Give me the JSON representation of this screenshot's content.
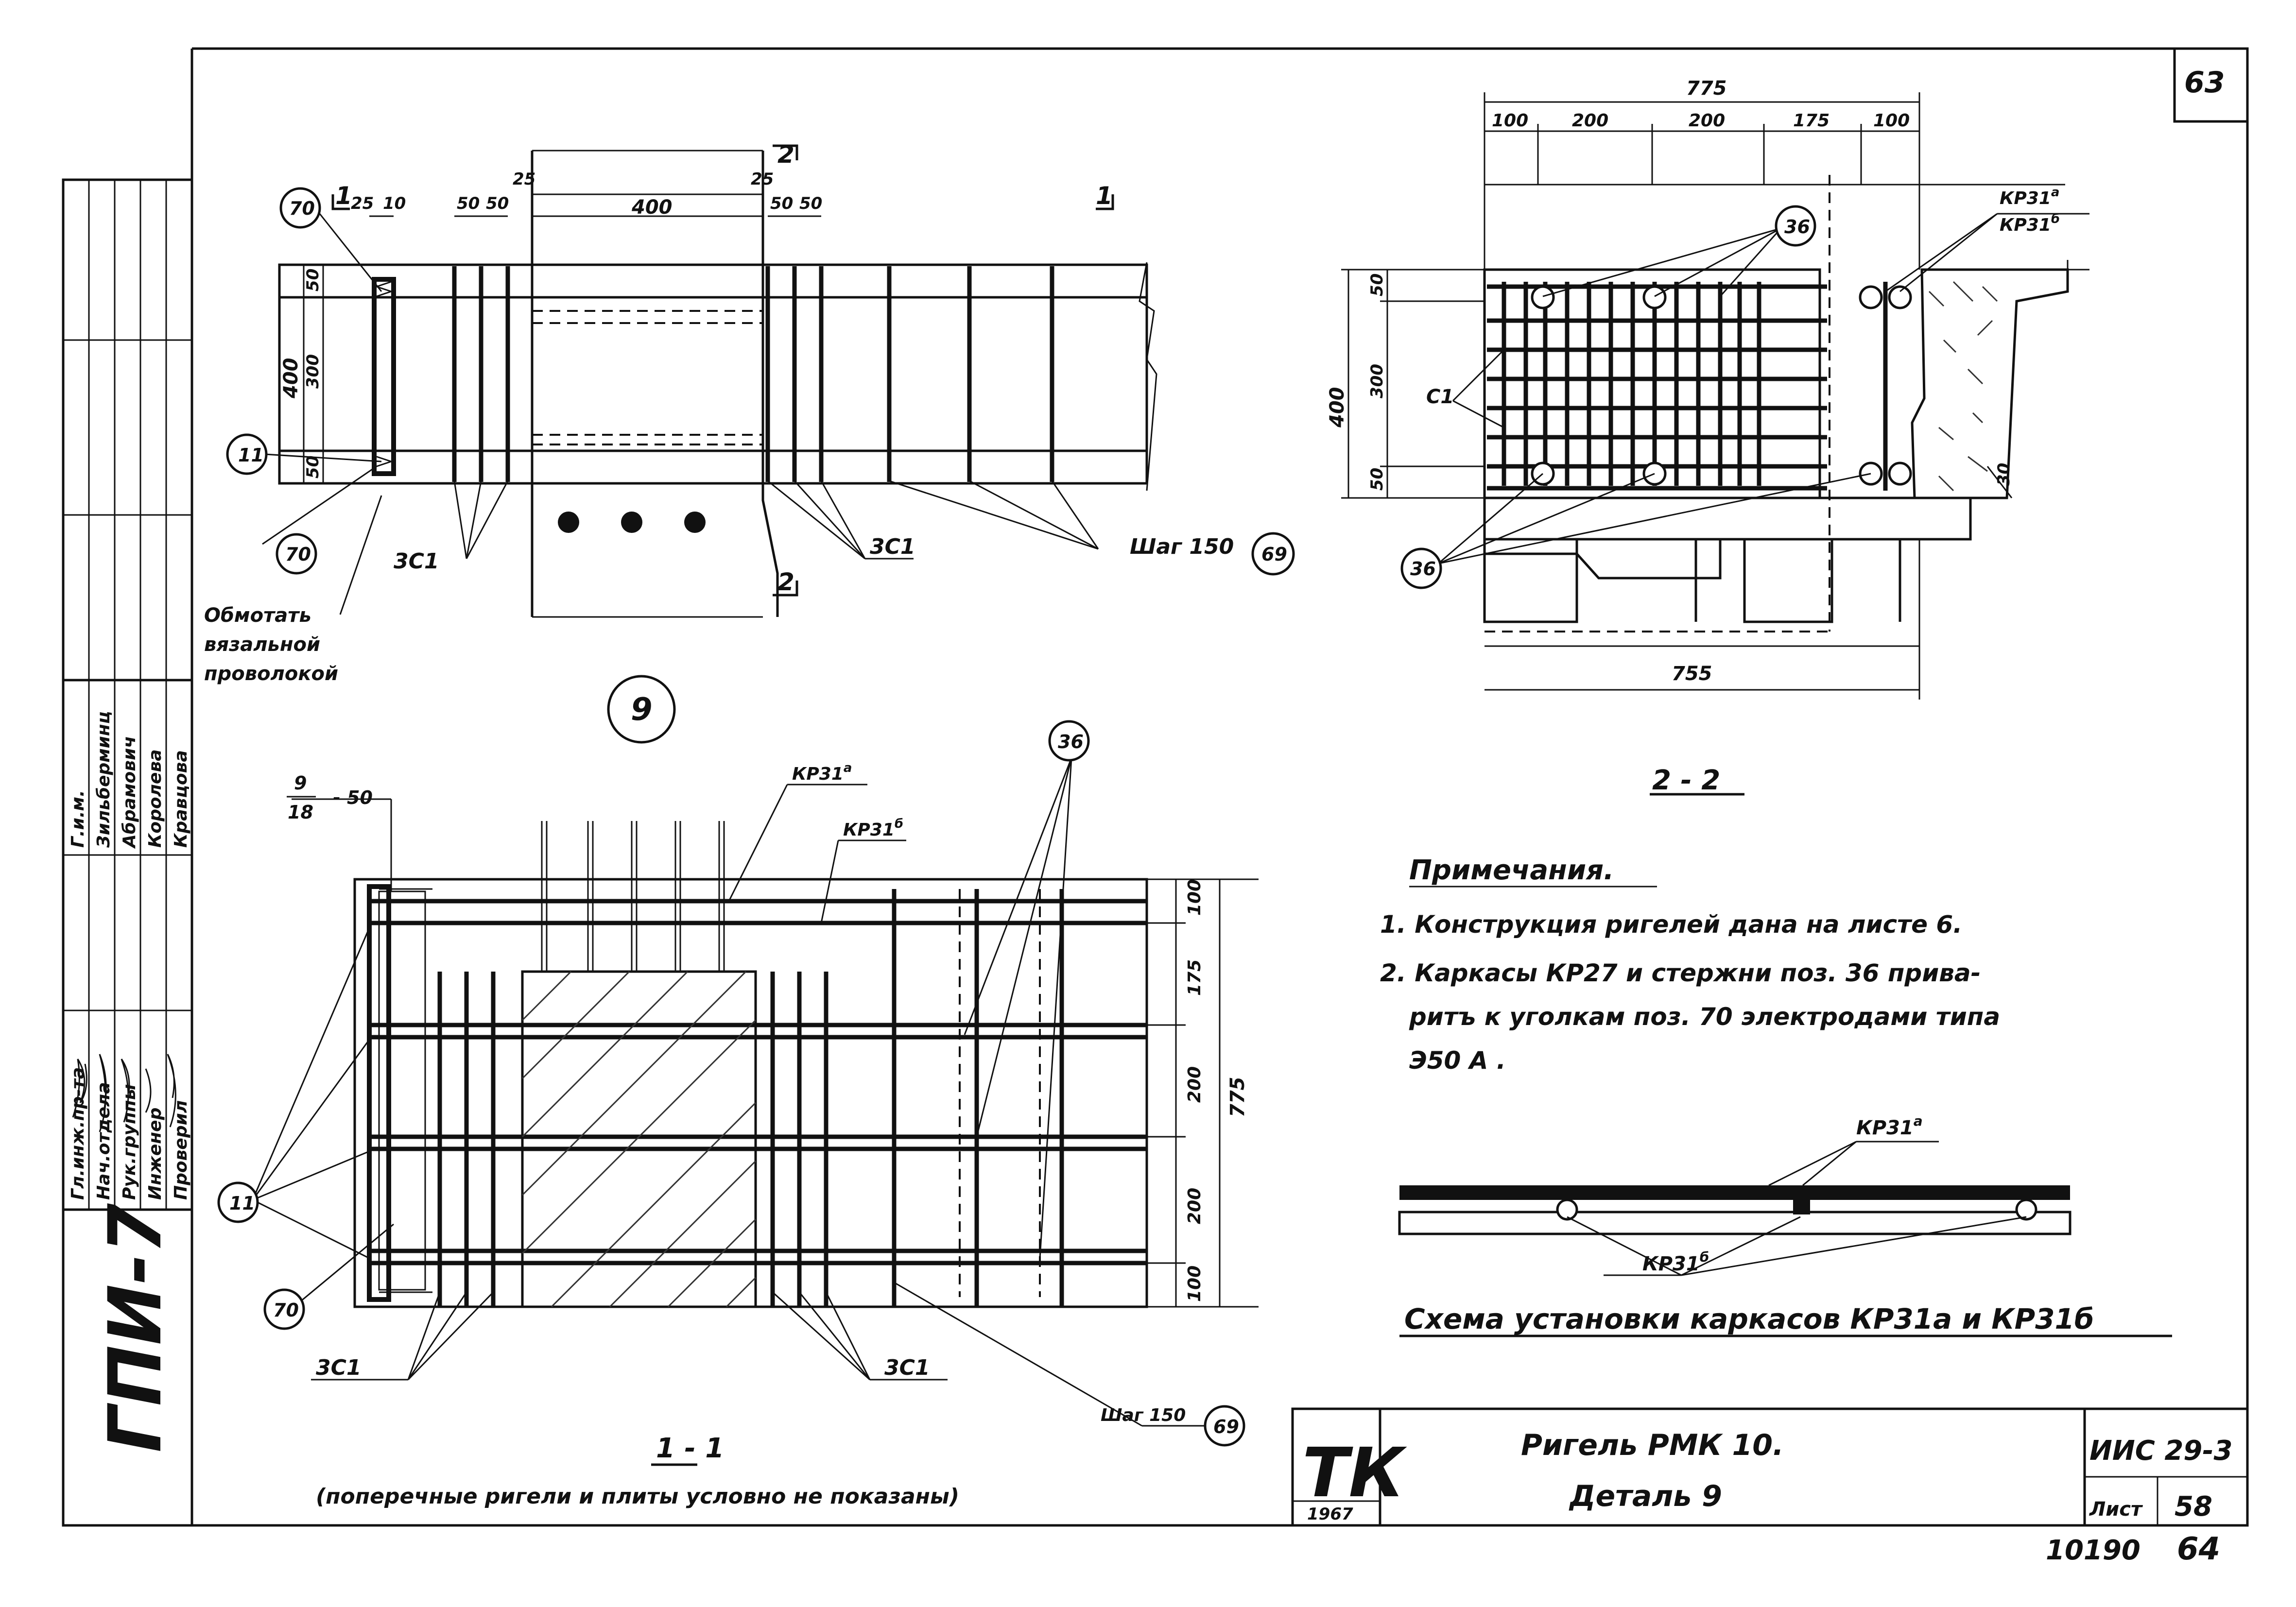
{
  "sheet_mark": "63",
  "side_stamp": "ГПИ-7",
  "approvals": [
    {
      "role": "Гл.инж.пр-та",
      "name": "Г.и.м."
    },
    {
      "role": "Нач.отдела",
      "name": "Зильберминц"
    },
    {
      "role": "Рук.группы",
      "name": "Абрамович"
    },
    {
      "role": "Инженер",
      "name": "Королева"
    },
    {
      "role": "Проверил",
      "name": "Кравцова"
    }
  ],
  "plan": {
    "dims_top": [
      "25",
      "10",
      "50",
      "50",
      "25",
      "400",
      "25",
      "50",
      "50"
    ],
    "dims_left": [
      "400",
      "50",
      "300",
      "50"
    ],
    "section_marks": [
      "2",
      "2",
      "1",
      "1"
    ],
    "callouts": [
      "70",
      "11",
      "70",
      "69"
    ],
    "labels": {
      "zc1_left": "3С1",
      "zc1_right": "3С1",
      "step": "Шаг 150"
    },
    "note": [
      "Обмотать",
      "вязальной",
      "проволокой"
    ],
    "detail_no": "9"
  },
  "section_2_2": {
    "title": "2 - 2",
    "dim_total": "775",
    "dims_top": [
      "100",
      "200",
      "200",
      "175",
      "100"
    ],
    "dims_left": [
      "400",
      "50",
      "300",
      "50"
    ],
    "dim_30": "30",
    "dim_bottom": "755",
    "callouts": [
      "36",
      "36"
    ],
    "labels": {
      "c1": "С1",
      "kr_a": "КР31",
      "kr_b": "КР31"
    },
    "sup_a": "а",
    "sup_b": "б"
  },
  "section_1_1": {
    "title": "1 - 1",
    "subtitle": "(поперечные ригели и плиты условно не показаны)",
    "fraction_top": "9",
    "fraction_bottom": "18",
    "fraction_suffix": "- 50",
    "dims_right": [
      "100",
      "175",
      "200",
      "200",
      "100"
    ],
    "dim_total": "775",
    "callouts": [
      "36",
      "11",
      "70",
      "69"
    ],
    "labels": {
      "kr_a": "КР31",
      "kr_b": "КР31",
      "zc1_left": "3С1",
      "zc1_right": "3С1",
      "step": "Шаг 150"
    },
    "sup_a": "а",
    "sup_b": "б"
  },
  "notes": {
    "heading": "Примечания.",
    "items": [
      "1. Конструкция ригелей дана на листе 6.",
      "2. Каркасы КР27 и стержни поз. 36 прива-",
      "ритъ к уголкам поз. 70 электродами типа",
      "Э50 А ."
    ]
  },
  "scheme": {
    "label_a": "КР31",
    "label_b": "КР31",
    "sup_a": "а",
    "sup_b": "б",
    "caption": "Схема установки каркасов КР31а и КР31б"
  },
  "title_block": {
    "logo": "ТК",
    "year": "1967",
    "title_line1": "Ригель РМК 10.",
    "title_line2": "Деталь 9",
    "series": "ИИС 29-3",
    "sheet_label": "Лист",
    "sheet_no": "58",
    "archive_no": "10190",
    "page_no": "64"
  }
}
